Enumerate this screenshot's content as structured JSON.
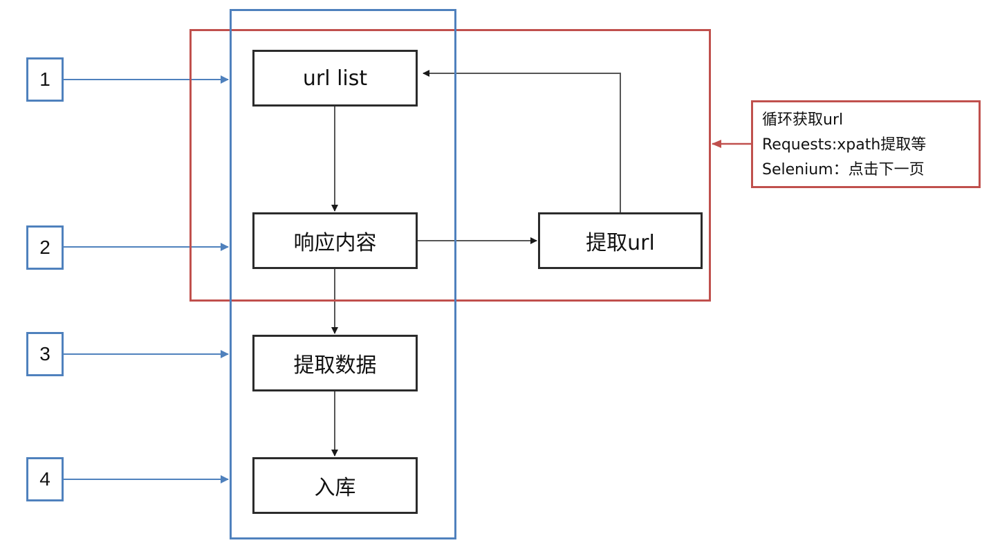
{
  "nodes": {
    "url_list": "url list",
    "response": "响应内容",
    "extract_url": "提取url",
    "extract_data": "提取数据",
    "store": "入库"
  },
  "steps": [
    "1",
    "2",
    "3",
    "4"
  ],
  "note": {
    "lines": [
      "循环获取url",
      "Requests:xpath提取等",
      "Selenium：点击下一页"
    ]
  },
  "colors": {
    "red_frame": "#c0504d",
    "blue_frame": "#4f81bd",
    "node_border": "#2b2b2b",
    "flow_arrow": "#555555"
  }
}
